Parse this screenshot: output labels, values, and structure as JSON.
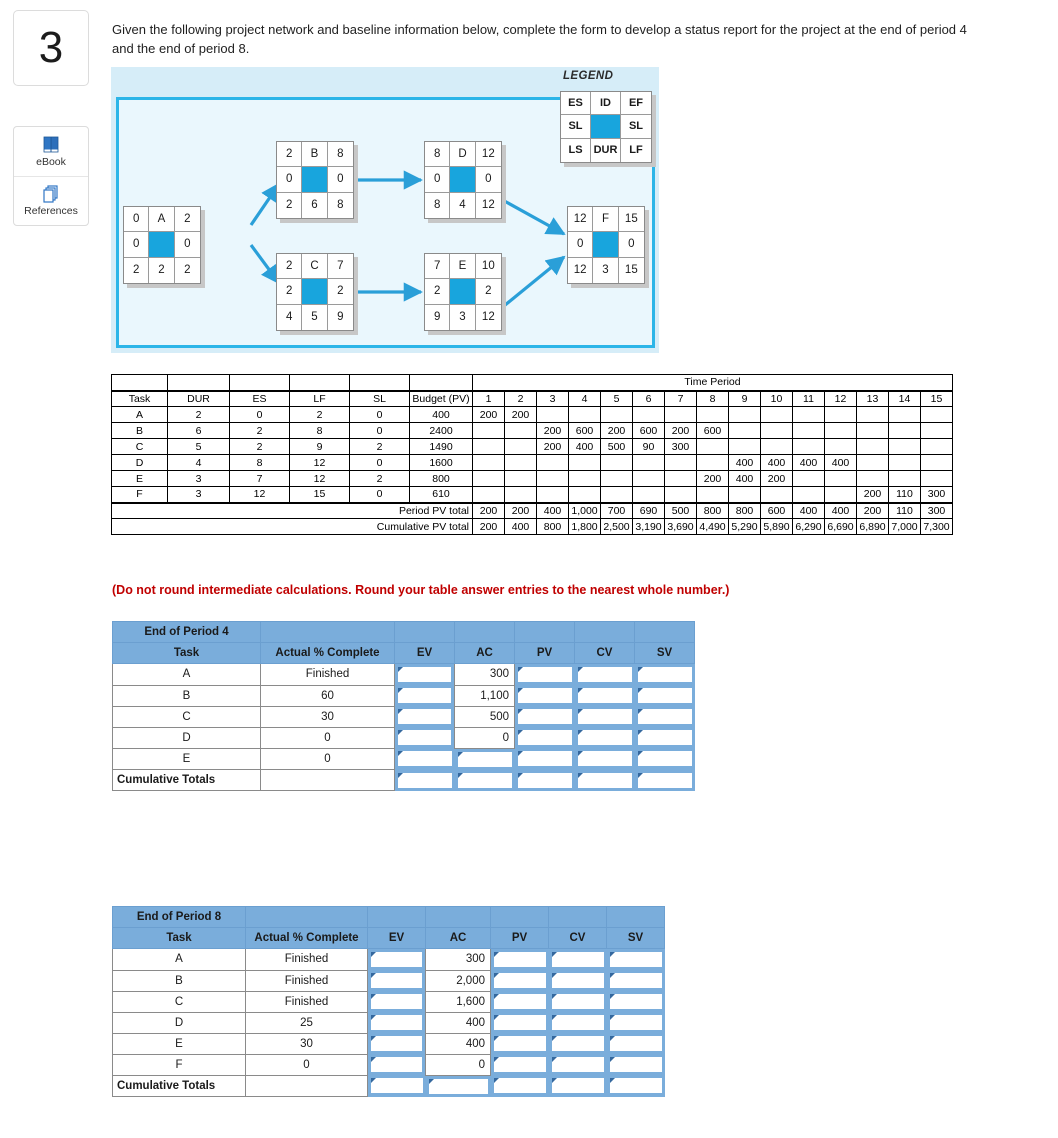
{
  "left_rail": {
    "question_number": "3",
    "tools": [
      {
        "label": "eBook",
        "icon": "book-icon"
      },
      {
        "label": "References",
        "icon": "pages-icon"
      }
    ]
  },
  "prompt": "Given the following project network and baseline information below, complete the form to develop a status report for the project at the end of period 4 and the end of period 8.",
  "red_note": "(Do not round intermediate calculations. Round your table answer entries to the nearest whole number.)",
  "network": {
    "legend_title": "LEGEND",
    "legend_cells": [
      "ES",
      "ID",
      "EF",
      "SL",
      "",
      "SL",
      "LS",
      "DUR",
      "LF"
    ],
    "nodes": [
      {
        "id": "A",
        "cells": [
          "0",
          "A",
          "2",
          "0",
          "",
          "0",
          "2",
          "2",
          "2"
        ]
      },
      {
        "id": "B",
        "cells": [
          "2",
          "B",
          "8",
          "0",
          "",
          "0",
          "2",
          "6",
          "8"
        ]
      },
      {
        "id": "C",
        "cells": [
          "2",
          "C",
          "7",
          "2",
          "",
          "2",
          "4",
          "5",
          "9"
        ]
      },
      {
        "id": "D",
        "cells": [
          "8",
          "D",
          "12",
          "0",
          "",
          "0",
          "8",
          "4",
          "12"
        ]
      },
      {
        "id": "E",
        "cells": [
          "7",
          "E",
          "10",
          "2",
          "",
          "2",
          "9",
          "3",
          "12"
        ]
      },
      {
        "id": "F",
        "cells": [
          "12",
          "F",
          "15",
          "0",
          "",
          "0",
          "12",
          "3",
          "15"
        ]
      }
    ],
    "colors": {
      "node_fill": "#18a5dd",
      "arrow": "#2a9fd8",
      "panel_bg": "#eaf7fd",
      "outer_bg": "#d6edf8",
      "border": "#2cb5e8"
    }
  },
  "pv_table": {
    "group_header": "Time Period",
    "headers": [
      "Task",
      "DUR",
      "ES",
      "LF",
      "SL",
      "Budget (PV)"
    ],
    "periods": [
      "1",
      "2",
      "3",
      "4",
      "5",
      "6",
      "7",
      "8",
      "9",
      "10",
      "11",
      "12",
      "13",
      "14",
      "15"
    ],
    "rows": [
      {
        "task": "A",
        "dur": "2",
        "es": "0",
        "lf": "2",
        "sl": "0",
        "budget": "400",
        "pv": [
          "200",
          "200",
          "",
          "",
          "",
          "",
          "",
          "",
          "",
          "",
          "",
          "",
          "",
          "",
          ""
        ]
      },
      {
        "task": "B",
        "dur": "6",
        "es": "2",
        "lf": "8",
        "sl": "0",
        "budget": "2400",
        "pv": [
          "",
          "",
          "200",
          "600",
          "200",
          "600",
          "200",
          "600",
          "",
          "",
          "",
          "",
          "",
          "",
          ""
        ]
      },
      {
        "task": "C",
        "dur": "5",
        "es": "2",
        "lf": "9",
        "sl": "2",
        "budget": "1490",
        "pv": [
          "",
          "",
          "200",
          "400",
          "500",
          "90",
          "300",
          "",
          "",
          "",
          "",
          "",
          "",
          "",
          ""
        ]
      },
      {
        "task": "D",
        "dur": "4",
        "es": "8",
        "lf": "12",
        "sl": "0",
        "budget": "1600",
        "pv": [
          "",
          "",
          "",
          "",
          "",
          "",
          "",
          "",
          "400",
          "400",
          "400",
          "400",
          "",
          "",
          ""
        ]
      },
      {
        "task": "E",
        "dur": "3",
        "es": "7",
        "lf": "12",
        "sl": "2",
        "budget": "800",
        "pv": [
          "",
          "",
          "",
          "",
          "",
          "",
          "",
          "200",
          "400",
          "200",
          "",
          "",
          "",
          "",
          ""
        ]
      },
      {
        "task": "F",
        "dur": "3",
        "es": "12",
        "lf": "15",
        "sl": "0",
        "budget": "610",
        "pv": [
          "",
          "",
          "",
          "",
          "",
          "",
          "",
          "",
          "",
          "",
          "",
          "",
          "200",
          "110",
          "300"
        ]
      }
    ],
    "period_total_label": "Period PV total",
    "period_totals": [
      "200",
      "200",
      "400",
      "1,000",
      "700",
      "690",
      "500",
      "800",
      "800",
      "600",
      "400",
      "400",
      "200",
      "110",
      "300"
    ],
    "cumulative_total_label": "Cumulative PV total",
    "cumulative_totals": [
      "200",
      "400",
      "800",
      "1,800",
      "2,500",
      "3,190",
      "3,690",
      "4,490",
      "5,290",
      "5,890",
      "6,290",
      "6,690",
      "6,890",
      "7,000",
      "7,300"
    ]
  },
  "period4_table": {
    "title": "End of Period 4",
    "headers": [
      "Task",
      "Actual % Complete",
      "EV",
      "AC",
      "PV",
      "CV",
      "SV"
    ],
    "rows": [
      {
        "task": "A",
        "pct": "Finished",
        "ev": null,
        "ac": "300",
        "pv": null,
        "cv": null,
        "sv": null
      },
      {
        "task": "B",
        "pct": "60",
        "ev": null,
        "ac": "1,100",
        "pv": null,
        "cv": null,
        "sv": null
      },
      {
        "task": "C",
        "pct": "30",
        "ev": null,
        "ac": "500",
        "pv": null,
        "cv": null,
        "sv": null
      },
      {
        "task": "D",
        "pct": "0",
        "ev": null,
        "ac": "0",
        "pv": null,
        "cv": null,
        "sv": null
      },
      {
        "task": "E",
        "pct": "0",
        "ev": null,
        "ac": null,
        "pv": null,
        "cv": null,
        "sv": null
      }
    ],
    "totals_label": "Cumulative Totals"
  },
  "period8_table": {
    "title": "End of Period 8",
    "headers": [
      "Task",
      "Actual % Complete",
      "EV",
      "AC",
      "PV",
      "CV",
      "SV"
    ],
    "rows": [
      {
        "task": "A",
        "pct": "Finished",
        "ev": null,
        "ac": "300",
        "pv": null,
        "cv": null,
        "sv": null
      },
      {
        "task": "B",
        "pct": "Finished",
        "ev": null,
        "ac": "2,000",
        "pv": null,
        "cv": null,
        "sv": null
      },
      {
        "task": "C",
        "pct": "Finished",
        "ev": null,
        "ac": "1,600",
        "pv": null,
        "cv": null,
        "sv": null
      },
      {
        "task": "D",
        "pct": "25",
        "ev": null,
        "ac": "400",
        "pv": null,
        "cv": null,
        "sv": null
      },
      {
        "task": "E",
        "pct": "30",
        "ev": null,
        "ac": "400",
        "pv": null,
        "cv": null,
        "sv": null
      },
      {
        "task": "F",
        "pct": "0",
        "ev": null,
        "ac": "0",
        "pv": null,
        "cv": null,
        "sv": null
      }
    ],
    "totals_label": "Cumulative Totals"
  }
}
